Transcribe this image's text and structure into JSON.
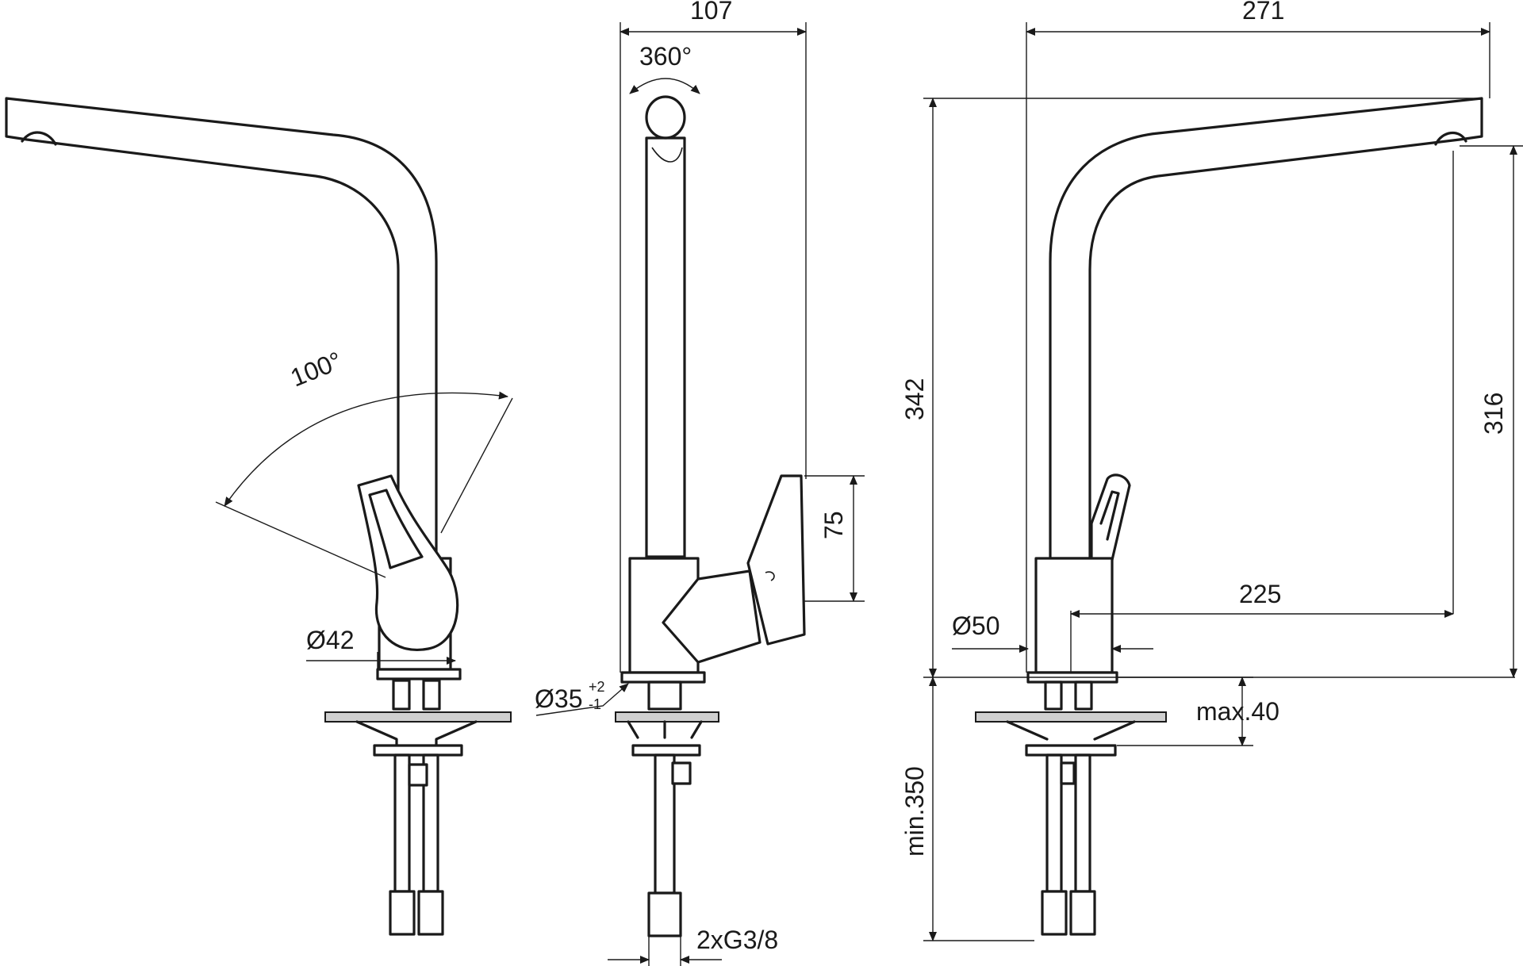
{
  "colors": {
    "line": "#1a1a1a",
    "background": "#ffffff",
    "plate": "#cfcfcf"
  },
  "left_view": {
    "angle_label": "100°",
    "diameter_label": "Ø42"
  },
  "middle_view": {
    "width_label": "107",
    "rotation_label": "360°",
    "lever_height_label": "75",
    "hole_label": "Ø35",
    "hole_tol_plus": "+2",
    "hole_tol_minus": "-1",
    "thread_label": "2xG3/8"
  },
  "right_view": {
    "depth_label": "271",
    "height_label": "342",
    "spout_height_label": "316",
    "reach_label": "225",
    "base_diameter_label": "Ø50",
    "worktop_label": "max.40",
    "clearance_label": "min.350"
  }
}
